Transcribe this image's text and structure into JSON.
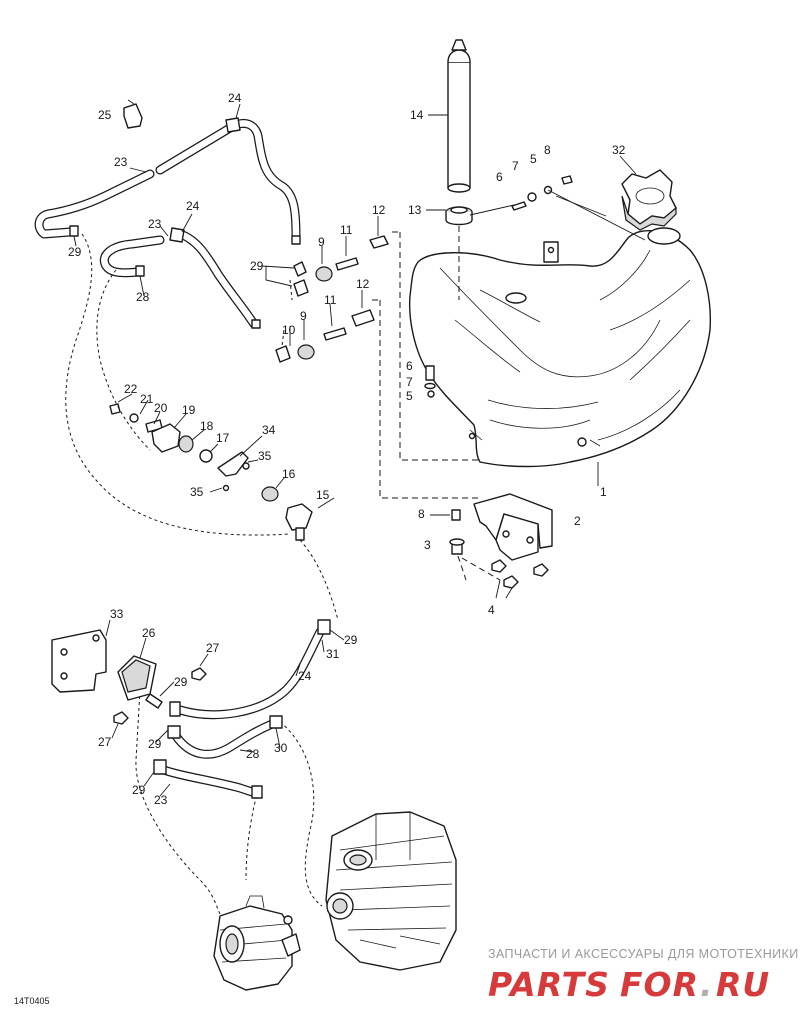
{
  "labels": {
    "l1": "1",
    "l2": "2",
    "l3": "3",
    "l4": "4",
    "l5a": "5",
    "l5b": "5",
    "l6a": "6",
    "l6b": "6",
    "l7a": "7",
    "l7b": "7",
    "l8a": "8",
    "l8b": "8",
    "l9a": "9",
    "l9b": "9",
    "l10": "10",
    "l11a": "11",
    "l11b": "11",
    "l12a": "12",
    "l12b": "12",
    "l13": "13",
    "l14": "14",
    "l15": "15",
    "l16": "16",
    "l17": "17",
    "l18": "18",
    "l19": "19",
    "l20": "20",
    "l21": "21",
    "l22": "22",
    "l23a": "23",
    "l23b": "23",
    "l23c": "23",
    "l24a": "24",
    "l24b": "24",
    "l24c": "24",
    "l25": "25",
    "l26": "26",
    "l27a": "27",
    "l27b": "27",
    "l28a": "28",
    "l28b": "28",
    "l29a": "29",
    "l29b": "29",
    "l29c": "29",
    "l29d": "29",
    "l29e": "29",
    "l29f": "29",
    "l30": "30",
    "l31": "31",
    "l32": "32",
    "l33": "33",
    "l34": "34",
    "l35a": "35",
    "l35b": "35"
  },
  "drawing_code": "14Т0405",
  "watermark": {
    "caption": "ЗАПЧАСТИ И АКСЕССУАРЫ ДЛЯ МОТОТЕХНИКИ",
    "logo_left": "PARTS",
    "logo_right": "FOR",
    "logo_dot": ".",
    "logo_tld": "RU",
    "color_logo": "#d63a3a",
    "color_caption": "#9a9a9a"
  }
}
